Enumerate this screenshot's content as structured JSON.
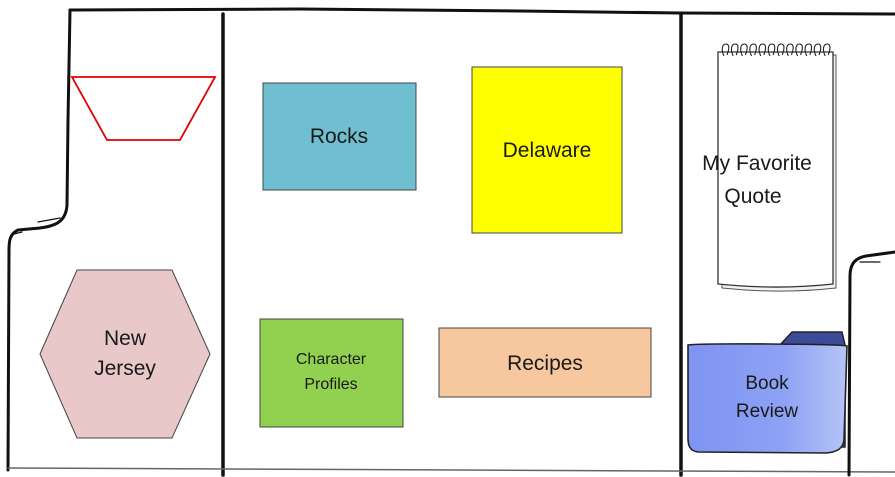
{
  "items": {
    "rocks": {
      "label": "Rocks",
      "color": "#6fbfd0"
    },
    "delaware": {
      "label": "Delaware",
      "color": "#ffff00"
    },
    "new_jersey": {
      "line1": "New",
      "line2": "Jersey",
      "color": "#e8c8c8"
    },
    "character_profiles": {
      "line1": "Character",
      "line2": "Profiles",
      "color": "#92d050"
    },
    "recipes": {
      "label": "Recipes",
      "color": "#f7c8a0"
    },
    "favorite_quote": {
      "line1": "My Favorite",
      "line2": "Quote"
    },
    "book_review": {
      "line1": "Book",
      "line2": "Review",
      "color": "#7f93f2"
    },
    "tray": {
      "color": "#e00000"
    }
  }
}
